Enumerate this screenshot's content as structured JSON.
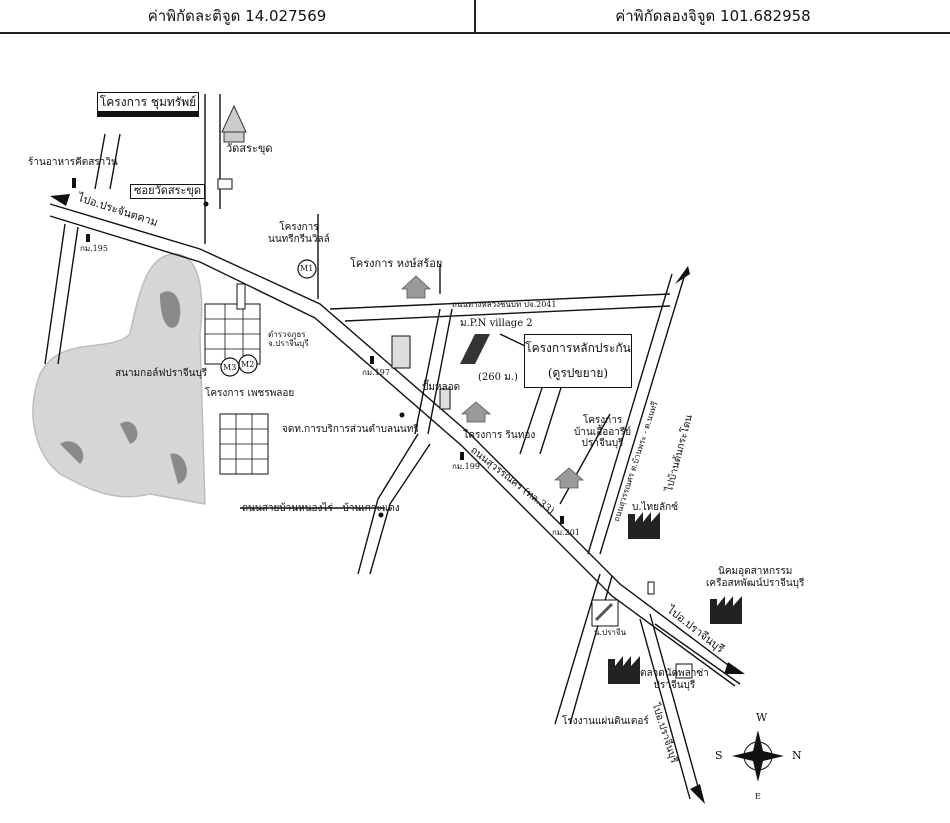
{
  "header": {
    "latitude_label": "ค่าพิกัดละติจูด 14.027569",
    "longitude_label": "ค่าพิกัดลองจิจูด 101.682958"
  },
  "map": {
    "project_chumsap": "โครงการ ชุมทรัพย์",
    "wat_sa_chut": "วัดสระขุด",
    "soi_wat_sa_chut": "ซอยวัดสระขุด",
    "restaurant": "ร้านอาหารคีตสราวิน",
    "to_prachantakham": "ไปอ.ประจันตคาม",
    "km_top_left": "กม.195",
    "project_nonthree": "โครงการ\nนนทรีกรีนวิลล์",
    "m1": "M1",
    "project_hong_sroy": "โครงการ หงษ์สร้อย",
    "road_2041": "ถนนทางหลวงชนบท ปจ.2041",
    "pn_village": "ม.P.N village 2",
    "main_project": "โครงการหลักประกัน",
    "main_project_sub": "(ดูรปขยาย)",
    "distance": "(260 ม.)",
    "police_station": "ตำรวจภูธร\nจ.ปราจีนบุรี",
    "m2": "M2",
    "m3": "M3",
    "golf": "สนามกอล์ฟปราจีนบุรี",
    "project_phetpon": "โครงการ เพชรพลอย",
    "km_center": "กม.197",
    "gas_station": "ปั๊มหลอด",
    "project_rinthong": "โครงการ รินทอง",
    "project_baan_uea": "โครงการ\nบ้านเอื้ออารีย์\nปราจีนบุรี",
    "post_office": "จดท.การบริการส่วนตำบลนนทรี",
    "road_suwannason": "ถนนสุวรรณศร (ทล.33)",
    "km_199": "กม.199",
    "km_201": "กม.201",
    "road_ban_nong": "ถนนสายบ้านหนองไร่ - บ้านเกาะแดง",
    "road_saraburi": "ถนนสุวรรณศร ต.บ้านพระ - ต.นนทรี",
    "to_tha_ton": "ไปบ้านต้นกระโดน",
    "thai_lux": "บ.ไทยลักซ์",
    "industrial_estate": "นิคมอุตสาหกรรม\nเครือสหพัฒน์ปราจีนบุรี",
    "to_prachinburi": "ไปอ.ปราจีนบุรี",
    "sugar_logo": "น.ปราจีน",
    "factory": "โรงงานแผ่นดินเตอร์",
    "fresh_market": "ตลาดนัดพลาซ่า\nปราจีนบุรี",
    "to_prachinburi2": "ไปอ.ปราจีนบุรี",
    "compass": {
      "n": "N",
      "s": "S",
      "e": "E",
      "w": "W"
    }
  }
}
